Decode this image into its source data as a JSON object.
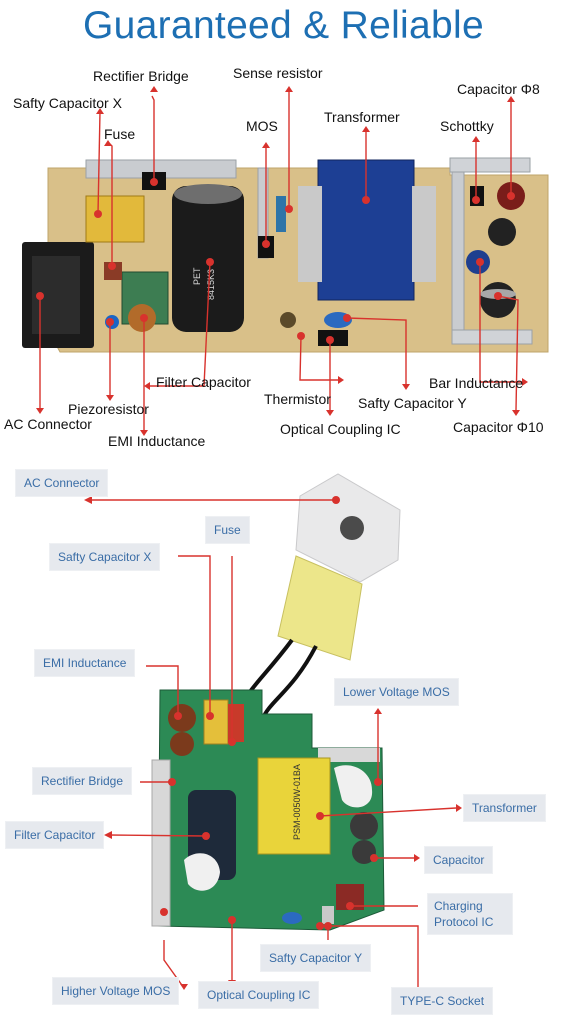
{
  "header": {
    "title": "Guaranteed & Reliable"
  },
  "top_labels": {
    "rectifier_bridge": "Rectifier Bridge",
    "sense_resistor": "Sense resistor",
    "capacitor_8": "Capacitor Φ8",
    "safty_capacitor_x": "Safty Capacitor X",
    "mos": "MOS",
    "transformer": "Transformer",
    "schottky": "Schottky",
    "fuse": "Fuse",
    "filter_capacitor": "Filter Capacitor",
    "bar_inductance": "Bar Inductance",
    "thermistor": "Thermistor",
    "piezoresistor": "Piezoresistor",
    "safty_capacitor_y": "Safty Capacitor Y",
    "ac_connector": "AC Connector",
    "capacitor_10": "Capacitor Φ10",
    "optical_coupling_ic": "Optical Coupling IC",
    "emi_inductance": "EMI Inductance"
  },
  "bottom_labels": {
    "ac_connector": "AC Connector",
    "fuse": "Fuse",
    "safty_capacitor_x": "Safty Capacitor X",
    "emi_inductance": "EMI Inductance",
    "lower_voltage_mos": "Lower Voltage MOS",
    "rectifier_bridge": "Rectifier Bridge",
    "transformer": "Transformer",
    "filter_capacitor": "Filter Capacitor",
    "capacitor": "Capacitor",
    "charging_protocol_ic": "Charging Protocol IC",
    "safty_capacitor_y": "Safty Capacitor Y",
    "higher_voltage_mos": "Higher Voltage MOS",
    "optical_coupling_ic": "Optical Coupling IC",
    "type_c_socket": "TYPE-C Socket"
  },
  "pcb_marks": {
    "cap_print_1": "PET",
    "cap_print_2": "8415K3",
    "transformer_print": "PSM-0050W-01BA"
  },
  "colors": {
    "title": "#1d6fb3",
    "pointer": "#d8322d",
    "label_box_bg": "#e6e9ee",
    "label_box_text": "#3a6da6",
    "pcb_top": "#d9c089",
    "pcb_bottom": "#2c8a55"
  }
}
